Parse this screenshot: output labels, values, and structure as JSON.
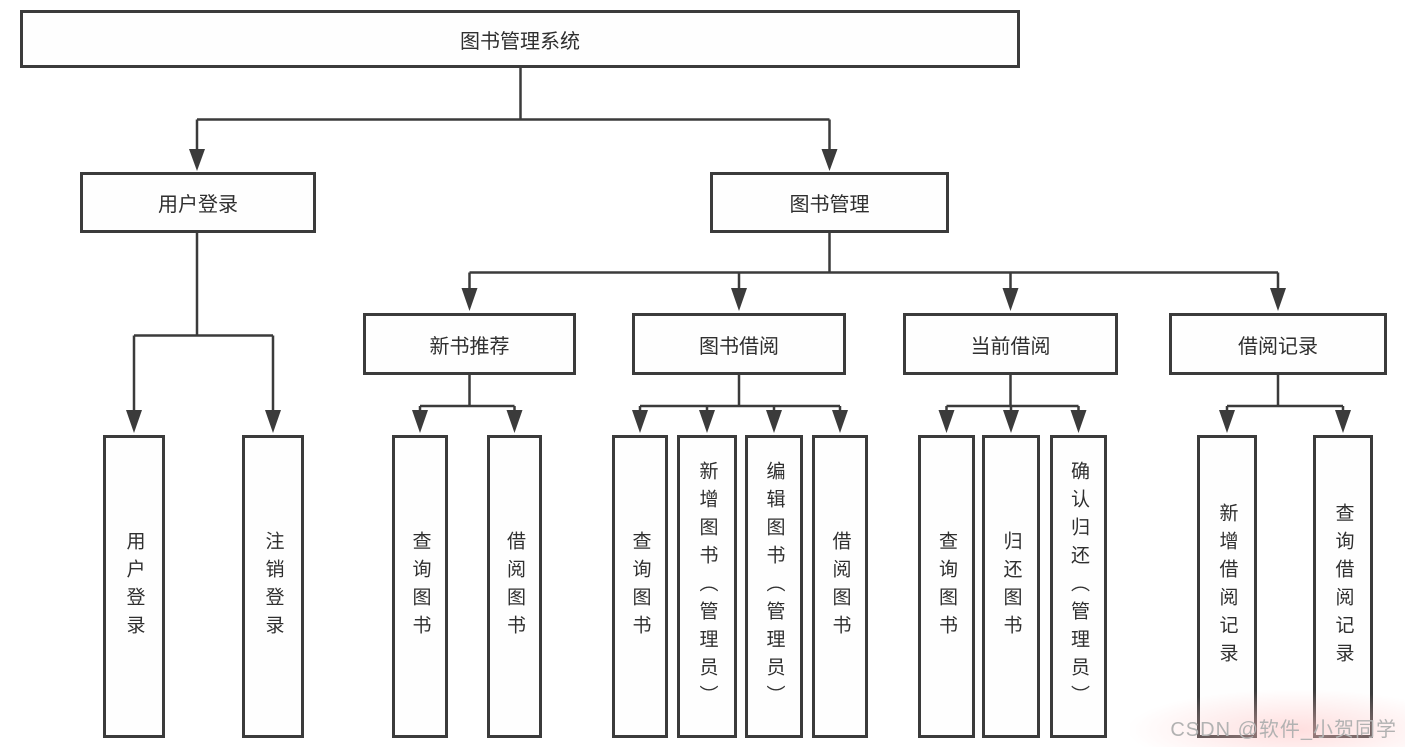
{
  "diagram": {
    "root": {
      "id": "root",
      "label": "图书管理系统"
    },
    "level2": [
      {
        "id": "user-login",
        "label": "用户登录"
      },
      {
        "id": "book-mgmt",
        "label": "图书管理"
      }
    ],
    "level3": [
      {
        "id": "new-book-rec",
        "label": "新书推荐",
        "parent": "book-mgmt"
      },
      {
        "id": "book-borrow",
        "label": "图书借阅",
        "parent": "book-mgmt"
      },
      {
        "id": "current-borrow",
        "label": "当前借阅",
        "parent": "book-mgmt"
      },
      {
        "id": "borrow-records",
        "label": "借阅记录",
        "parent": "book-mgmt"
      }
    ],
    "leaves": [
      {
        "id": "leaf-user-login",
        "label": "用户登录",
        "parent": "user-login"
      },
      {
        "id": "leaf-logout",
        "label": "注销登录",
        "parent": "user-login"
      },
      {
        "id": "leaf-query-books-1",
        "label": "查询图书",
        "parent": "new-book-rec"
      },
      {
        "id": "leaf-borrow-books-1",
        "label": "借阅图书",
        "parent": "new-book-rec"
      },
      {
        "id": "leaf-query-books-2",
        "label": "查询图书",
        "parent": "book-borrow"
      },
      {
        "id": "leaf-add-books",
        "label": "新增图书（管理员）",
        "parent": "book-borrow"
      },
      {
        "id": "leaf-edit-books",
        "label": "编辑图书（管理员）",
        "parent": "book-borrow"
      },
      {
        "id": "leaf-borrow-books-2",
        "label": "借阅图书",
        "parent": "book-borrow"
      },
      {
        "id": "leaf-query-books-3",
        "label": "查询图书",
        "parent": "current-borrow"
      },
      {
        "id": "leaf-return-books",
        "label": "归还图书",
        "parent": "current-borrow"
      },
      {
        "id": "leaf-confirm-return",
        "label": "确认归还（管理员）",
        "parent": "current-borrow"
      },
      {
        "id": "leaf-add-borrow-record",
        "label": "新增借阅记录",
        "parent": "borrow-records"
      },
      {
        "id": "leaf-query-borrow-record",
        "label": "查询借阅记录",
        "parent": "borrow-records"
      }
    ],
    "watermark": "CSDN @软件_小贺同学",
    "colors": {
      "line": "#3b3b3b",
      "text": "#2f2f2f",
      "box_background": "#fefefe",
      "watermark": "#b2b2b2",
      "background": "#ffffff"
    }
  }
}
